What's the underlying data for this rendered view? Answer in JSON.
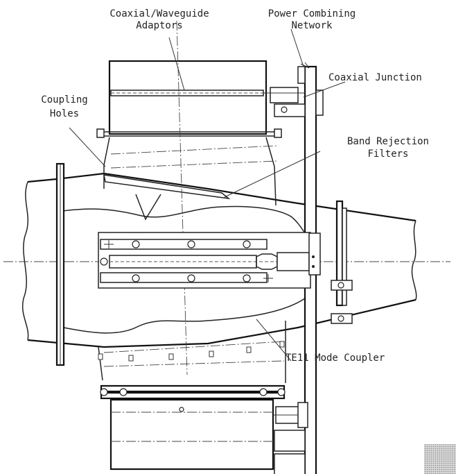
{
  "labels": {
    "coaxial_waveguide_adaptors_line1": "Coaxial/Waveguide",
    "coaxial_waveguide_adaptors_line2": "Adaptors",
    "power_combining_network_line1": "Power Combining",
    "power_combining_network_line2": "Network",
    "coaxial_junction": "Coaxial Junction",
    "coupling_holes_line1": "Coupling",
    "coupling_holes_line2": "Holes",
    "band_rejection_filters_line1": "Band Rejection",
    "band_rejection_filters_line2": "Filters",
    "te11_mode_coupler": "TE11 Mode Coupler"
  }
}
